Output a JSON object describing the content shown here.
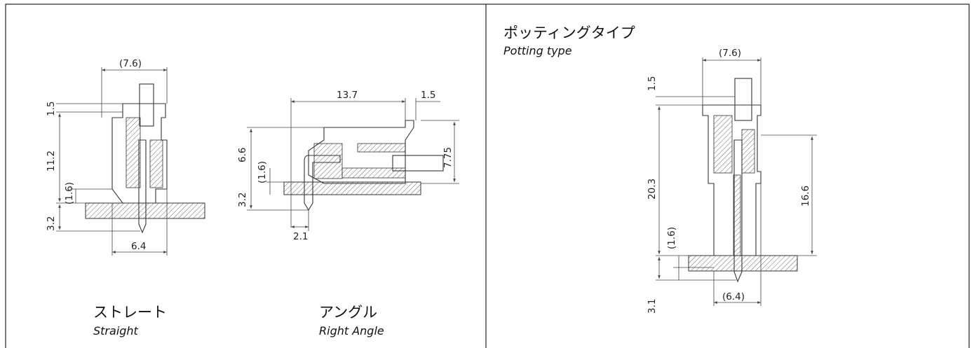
{
  "panels": {
    "straight": {
      "label_jp": "ストレート",
      "label_en": "Straight",
      "dims": {
        "top_width": "(7.6)",
        "d1": "1.5",
        "d2": "11.2",
        "d3": "(1.6)",
        "d4": "3.2",
        "bottom_width": "6.4"
      }
    },
    "right_angle": {
      "label_jp": "アングル",
      "label_en": "Right Angle",
      "dims": {
        "length": "13.7",
        "d1": "1.5",
        "d2": "6.6",
        "d3": "(1.6)",
        "d4": "3.2",
        "height": "7.75",
        "pin": "2.1"
      }
    },
    "potting": {
      "label_jp": "ポッティングタイプ",
      "label_en": "Potting type",
      "dims": {
        "top_width": "(7.6)",
        "d1": "1.5",
        "d2": "20.3",
        "d3": "(1.6)",
        "d4": "3.1",
        "right": "16.6",
        "bottom_width": "(6.4)"
      }
    }
  }
}
